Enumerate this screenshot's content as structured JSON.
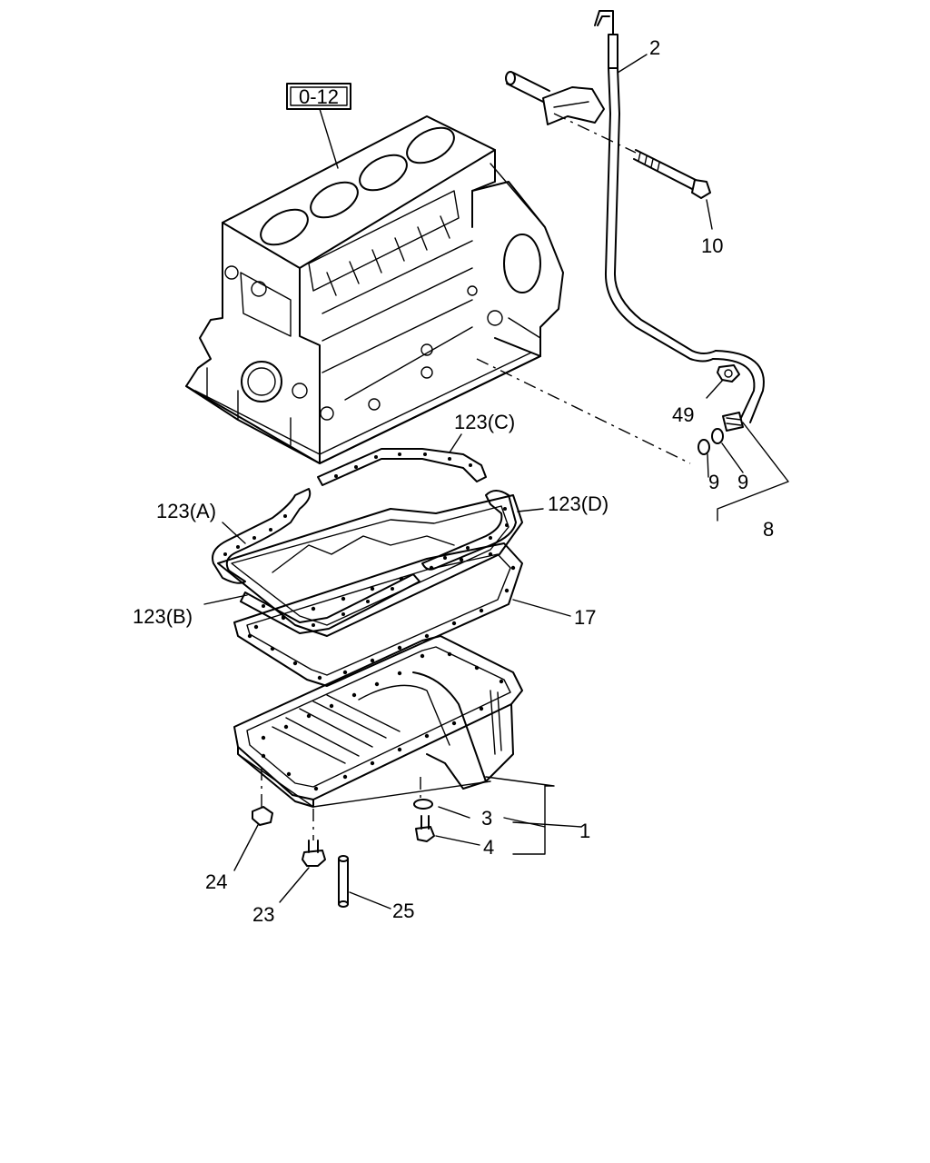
{
  "diagram": {
    "ref_box": "0-12",
    "callouts": {
      "c1": "1",
      "c2": "2",
      "c3": "3",
      "c4": "4",
      "c8": "8",
      "c9a": "9",
      "c9b": "9",
      "c10": "10",
      "c17": "17",
      "c23": "23",
      "c24": "24",
      "c25": "25",
      "c49": "49",
      "c123a": "123(A)",
      "c123b": "123(B)",
      "c123c": "123(C)",
      "c123d": "123(D)"
    }
  }
}
